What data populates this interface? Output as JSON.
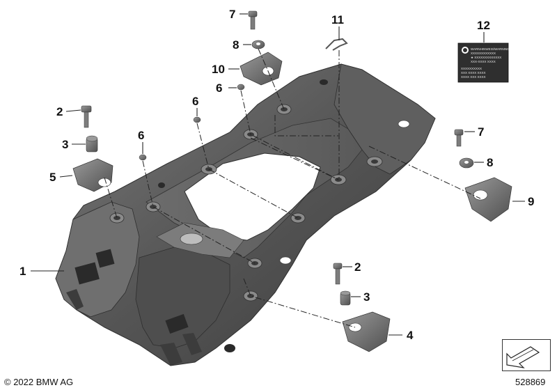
{
  "callouts": [
    "1",
    "2",
    "3",
    "4",
    "5",
    "6",
    "6",
    "6",
    "7",
    "8",
    "9",
    "10",
    "11",
    "12",
    "7",
    "8",
    "2",
    "3"
  ],
  "copyright": "© 2022 BMW AG",
  "diagram_number": "528869",
  "label_sticker": {
    "lines": [
      "WARNHINWEIS/WARNING",
      "XXXXXXXXXXXX",
      "★ XXXXXXXXXXXXX",
      "XXX-XXXX XXXX",
      "XXXXXXXXXX",
      "XXX XXXX XXXX",
      "XXXX XXX XXXX"
    ]
  },
  "colors": {
    "part_dark": "#4a4a4a",
    "part_mid": "#6b6b6b",
    "part_light": "#8e8e8e",
    "line": "#222222"
  }
}
